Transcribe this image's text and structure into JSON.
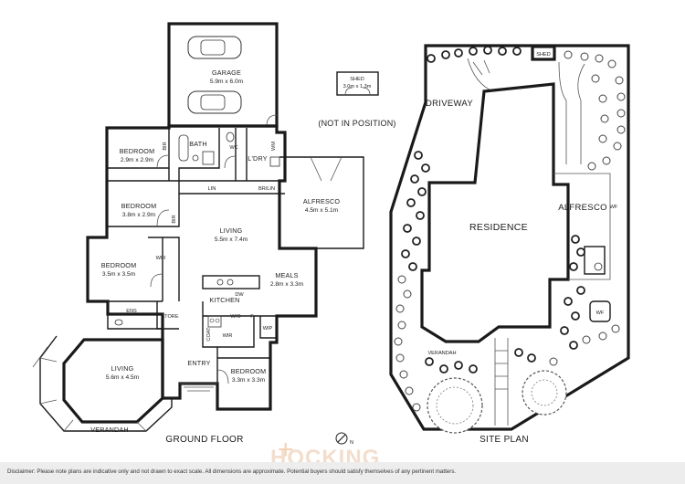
{
  "ground_floor": {
    "caption": "GROUND FLOOR",
    "rooms": {
      "garage": {
        "name": "GARAGE",
        "dim": "5.9m x 6.0m"
      },
      "shed": {
        "name": "SHED",
        "dim": "3.0m x 1.3m"
      },
      "not_in_position": "(NOT IN POSITION)",
      "bedroom1": {
        "name": "BEDROOM",
        "dim": "2.9m x 2.9m"
      },
      "bedroom2": {
        "name": "BEDROOM",
        "dim": "3.8m x 2.9m"
      },
      "bedroom3": {
        "name": "BEDROOM",
        "dim": "3.5m x 3.5m"
      },
      "bedroom4": {
        "name": "BEDROOM",
        "dim": "3.3m x 3.3m"
      },
      "living_main": {
        "name": "LIVING",
        "dim": "5.5m x 7.4m"
      },
      "living_octagon": {
        "name": "LIVING",
        "dim": "5.6m x 4.5m"
      },
      "meals": {
        "name": "MEALS",
        "dim": "2.8m x 3.3m"
      },
      "alfresco": {
        "name": "ALFRESCO",
        "dim": "4.5m x 5.1m"
      },
      "kitchen": "KITCHEN",
      "bath": "BATH",
      "wc": "WC",
      "laundry": "L'DRY",
      "wm": "WM",
      "lin": "LIN",
      "br_lin": "BR/LIN",
      "bir1": "BIR",
      "bir2": "BIR",
      "wir1": "WIR",
      "wir2": "WIR",
      "wip": "WIP",
      "ens": "ENS",
      "store": "STORE",
      "coat": "COAT",
      "entry": "ENTRY",
      "verandah": "VERANDAH",
      "dw": "DW",
      "wo": "W/O",
      "fridge": "F"
    }
  },
  "site_plan": {
    "caption": "SITE PLAN",
    "labels": {
      "driveway": "DRIVEWAY",
      "residence": "RESIDENCE",
      "alfresco": "ALFRESCO",
      "shed": "SHED",
      "verandah": "VERANDAH",
      "wf1": "WF",
      "wf2": "WF"
    }
  },
  "compass": {
    "label": "N"
  },
  "watermark": "HOCKING",
  "disclaimer": "Disclaimer: Please note plans are indicative only and not drawn to exact scale. All dimensions are approximate. Potential buyers should satisfy themselves of any pertinent matters."
}
